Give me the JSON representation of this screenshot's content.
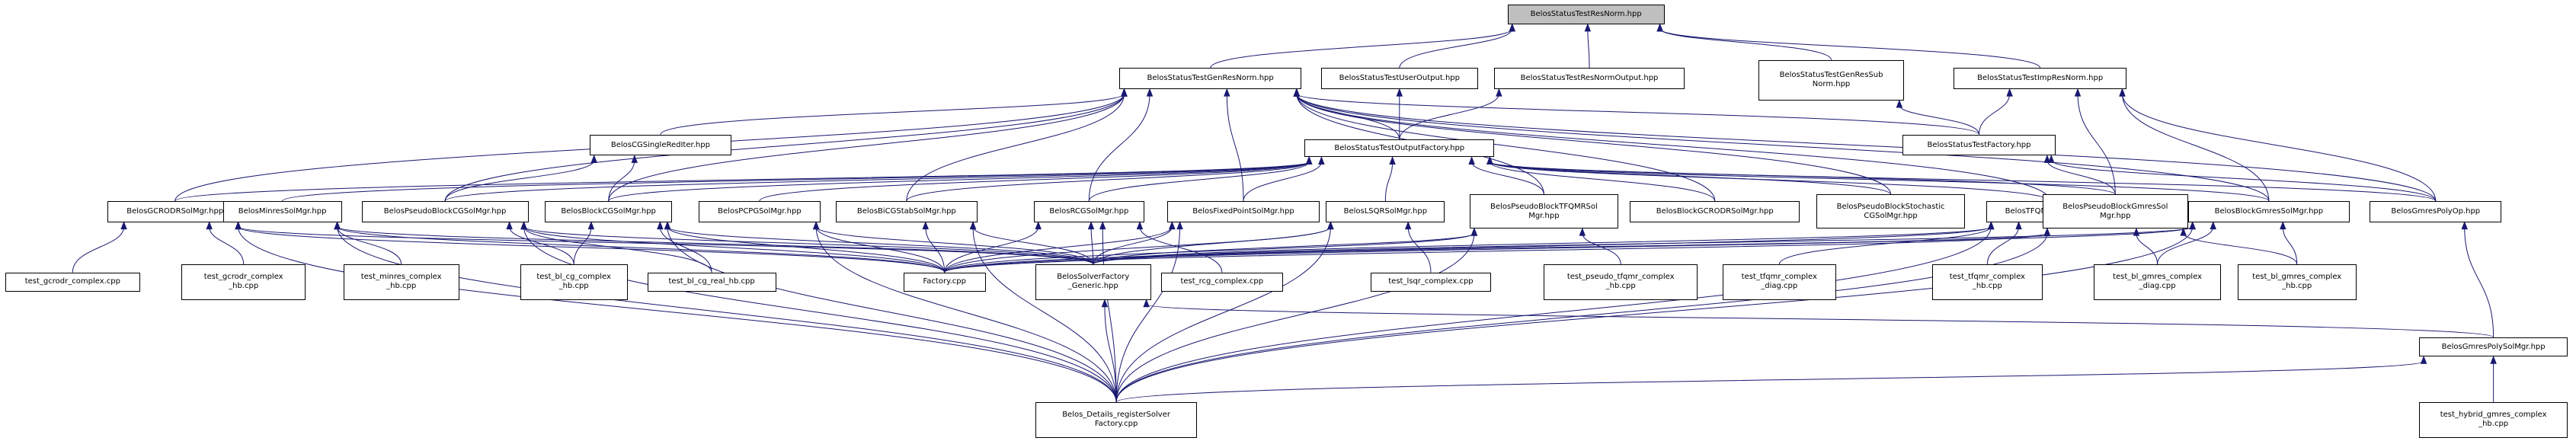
{
  "nodes": [
    {
      "id": "root",
      "label": "BelosStatusTestResNorm.hpp",
      "current": true
    },
    {
      "id": "gen",
      "label": "BelosStatusTestGenResNorm.hpp"
    },
    {
      "id": "userout",
      "label": "BelosStatusTestUserOutput.hpp"
    },
    {
      "id": "resout",
      "label": "BelosStatusTestResNormOutput.hpp"
    },
    {
      "id": "gensub",
      "label": "BelosStatusTestGenResSub\nNorm.hpp"
    },
    {
      "id": "imp",
      "label": "BelosStatusTestImpResNorm.hpp"
    },
    {
      "id": "cgsingle",
      "label": "BelosCGSingleRedIter.hpp"
    },
    {
      "id": "outfac",
      "label": "BelosStatusTestOutputFactory.hpp"
    },
    {
      "id": "stfac",
      "label": "BelosStatusTestFactory.hpp"
    },
    {
      "id": "gcrodr",
      "label": "BelosGCRODRSolMgr.hpp"
    },
    {
      "id": "minres",
      "label": "BelosMinresSolMgr.hpp"
    },
    {
      "id": "pbcg",
      "label": "BelosPseudoBlockCGSolMgr.hpp"
    },
    {
      "id": "bcg",
      "label": "BelosBlockCGSolMgr.hpp"
    },
    {
      "id": "pcpg",
      "label": "BelosPCPGSolMgr.hpp"
    },
    {
      "id": "bicg",
      "label": "BelosBiCGStabSolMgr.hpp"
    },
    {
      "id": "rcg",
      "label": "BelosRCGSolMgr.hpp"
    },
    {
      "id": "fixed",
      "label": "BelosFixedPointSolMgr.hpp"
    },
    {
      "id": "lsqr",
      "label": "BelosLSQRSolMgr.hpp"
    },
    {
      "id": "pbtfqmr",
      "label": "BelosPseudoBlockTFQMRSol\nMgr.hpp"
    },
    {
      "id": "bgcrodr",
      "label": "BelosBlockGCRODRSolMgr.hpp"
    },
    {
      "id": "pbstoch",
      "label": "BelosPseudoBlockStochastic\nCGSolMgr.hpp"
    },
    {
      "id": "tfqmr",
      "label": "BelosTFQMRSolMgr.hpp"
    },
    {
      "id": "pbgmres",
      "label": "BelosPseudoBlockGmresSol\nMgr.hpp"
    },
    {
      "id": "bgmres",
      "label": "BelosBlockGmresSolMgr.hpp"
    },
    {
      "id": "polyop",
      "label": "BelosGmresPolyOp.hpp"
    },
    {
      "id": "t_gcrodr",
      "label": "test_gcrodr_complex.cpp"
    },
    {
      "id": "t_gcrodr_hb",
      "label": "test_gcrodr_complex\n_hb.cpp"
    },
    {
      "id": "t_minres",
      "label": "test_minres_complex\n_hb.cpp"
    },
    {
      "id": "t_blcg",
      "label": "test_bl_cg_complex\n_hb.cpp"
    },
    {
      "id": "t_blcgreal",
      "label": "test_bl_cg_real_hb.cpp"
    },
    {
      "id": "factory",
      "label": "Factory.cpp"
    },
    {
      "id": "sfgen",
      "label": "BelosSolverFactory\n_Generic.hpp"
    },
    {
      "id": "t_rcg",
      "label": "test_rcg_complex.cpp"
    },
    {
      "id": "t_lsqr",
      "label": "test_lsqr_complex.cpp"
    },
    {
      "id": "t_pseudo_tfqmr",
      "label": "test_pseudo_tfqmr_complex\n_hb.cpp"
    },
    {
      "id": "t_tfqmr_diag",
      "label": "test_tfqmr_complex\n_diag.cpp"
    },
    {
      "id": "t_tfqmr_hb",
      "label": "test_tfqmr_complex\n_hb.cpp"
    },
    {
      "id": "t_blgmres_diag",
      "label": "test_bl_gmres_complex\n_diag.cpp"
    },
    {
      "id": "t_blgmres_hb",
      "label": "test_bl_gmres_complex\n_hb.cpp"
    },
    {
      "id": "polysol",
      "label": "BelosGmresPolySolMgr.hpp"
    },
    {
      "id": "register",
      "label": "Belos_Details_registerSolver\nFactory.cpp"
    },
    {
      "id": "t_hybrid",
      "label": "test_hybrid_gmres_complex\n_hb.cpp"
    }
  ],
  "edges": [
    [
      "gen",
      "root"
    ],
    [
      "userout",
      "root"
    ],
    [
      "resout",
      "root"
    ],
    [
      "gensub",
      "root"
    ],
    [
      "imp",
      "root"
    ],
    [
      "outfac",
      "userout"
    ],
    [
      "outfac",
      "resout"
    ],
    [
      "stfac",
      "gensub"
    ],
    [
      "stfac",
      "imp"
    ],
    [
      "stfac",
      "gen"
    ],
    [
      "outfac",
      "gen"
    ],
    [
      "cgsingle",
      "gen"
    ],
    [
      "gcrodr",
      "gen"
    ],
    [
      "pbcg",
      "gen"
    ],
    [
      "bcg",
      "gen"
    ],
    [
      "bicg",
      "gen"
    ],
    [
      "rcg",
      "gen"
    ],
    [
      "fixed",
      "gen"
    ],
    [
      "pbtfqmr",
      "gen"
    ],
    [
      "bgcrodr",
      "gen"
    ],
    [
      "pbstoch",
      "gen"
    ],
    [
      "tfqmr",
      "gen"
    ],
    [
      "bgmres",
      "gen"
    ],
    [
      "polyop",
      "gen"
    ],
    [
      "polyop",
      "imp"
    ],
    [
      "bgmres",
      "imp"
    ],
    [
      "pbgmres",
      "imp"
    ],
    [
      "pbgmres",
      "stfac"
    ],
    [
      "polyop",
      "stfac"
    ],
    [
      "bcg",
      "cgsingle"
    ],
    [
      "pbcg",
      "cgsingle"
    ],
    [
      "gcrodr",
      "outfac"
    ],
    [
      "minres",
      "outfac"
    ],
    [
      "pbcg",
      "outfac"
    ],
    [
      "bcg",
      "outfac"
    ],
    [
      "pcpg",
      "outfac"
    ],
    [
      "bicg",
      "outfac"
    ],
    [
      "rcg",
      "outfac"
    ],
    [
      "fixed",
      "outfac"
    ],
    [
      "lsqr",
      "outfac"
    ],
    [
      "pbtfqmr",
      "outfac"
    ],
    [
      "bgcrodr",
      "outfac"
    ],
    [
      "pbstoch",
      "outfac"
    ],
    [
      "tfqmr",
      "outfac"
    ],
    [
      "pbgmres",
      "outfac"
    ],
    [
      "bgmres",
      "outfac"
    ],
    [
      "polyop",
      "outfac"
    ],
    [
      "t_gcrodr",
      "gcrodr"
    ],
    [
      "t_gcrodr_hb",
      "gcrodr"
    ],
    [
      "factory",
      "gcrodr"
    ],
    [
      "sfgen",
      "gcrodr"
    ],
    [
      "register",
      "gcrodr"
    ],
    [
      "t_minres",
      "minres"
    ],
    [
      "factory",
      "minres"
    ],
    [
      "sfgen",
      "minres"
    ],
    [
      "register",
      "minres"
    ],
    [
      "t_blcg",
      "pbcg"
    ],
    [
      "t_blcgreal",
      "pbcg"
    ],
    [
      "factory",
      "pbcg"
    ],
    [
      "sfgen",
      "pbcg"
    ],
    [
      "register",
      "pbcg"
    ],
    [
      "t_blcg",
      "bcg"
    ],
    [
      "t_blcgreal",
      "bcg"
    ],
    [
      "factory",
      "bcg"
    ],
    [
      "sfgen",
      "bcg"
    ],
    [
      "register",
      "bcg"
    ],
    [
      "factory",
      "pcpg"
    ],
    [
      "sfgen",
      "pcpg"
    ],
    [
      "register",
      "pcpg"
    ],
    [
      "factory",
      "bicg"
    ],
    [
      "sfgen",
      "bicg"
    ],
    [
      "register",
      "bicg"
    ],
    [
      "t_rcg",
      "rcg"
    ],
    [
      "factory",
      "rcg"
    ],
    [
      "sfgen",
      "rcg"
    ],
    [
      "register",
      "rcg"
    ],
    [
      "factory",
      "fixed"
    ],
    [
      "sfgen",
      "fixed"
    ],
    [
      "register",
      "fixed"
    ],
    [
      "t_lsqr",
      "lsqr"
    ],
    [
      "factory",
      "lsqr"
    ],
    [
      "sfgen",
      "lsqr"
    ],
    [
      "register",
      "lsqr"
    ],
    [
      "t_pseudo_tfqmr",
      "pbtfqmr"
    ],
    [
      "factory",
      "pbtfqmr"
    ],
    [
      "sfgen",
      "pbtfqmr"
    ],
    [
      "register",
      "pbtfqmr"
    ],
    [
      "t_tfqmr_diag",
      "tfqmr"
    ],
    [
      "t_tfqmr_hb",
      "tfqmr"
    ],
    [
      "factory",
      "tfqmr"
    ],
    [
      "sfgen",
      "tfqmr"
    ],
    [
      "register",
      "tfqmr"
    ],
    [
      "t_blgmres_diag",
      "pbgmres"
    ],
    [
      "t_blgmres_hb",
      "pbgmres"
    ],
    [
      "factory",
      "pbgmres"
    ],
    [
      "sfgen",
      "pbgmres"
    ],
    [
      "register",
      "pbgmres"
    ],
    [
      "t_blgmres_diag",
      "bgmres"
    ],
    [
      "t_blgmres_hb",
      "bgmres"
    ],
    [
      "factory",
      "bgmres"
    ],
    [
      "sfgen",
      "bgmres"
    ],
    [
      "register",
      "bgmres"
    ],
    [
      "polysol",
      "polyop"
    ],
    [
      "polysol",
      "sfgen"
    ],
    [
      "register",
      "sfgen"
    ],
    [
      "register",
      "polysol"
    ],
    [
      "t_hybrid",
      "polysol"
    ]
  ],
  "colors": {
    "edge": "#191970",
    "border": "#000000",
    "root_fill": "#bfbfbf",
    "node_fill": "#ffffff"
  }
}
